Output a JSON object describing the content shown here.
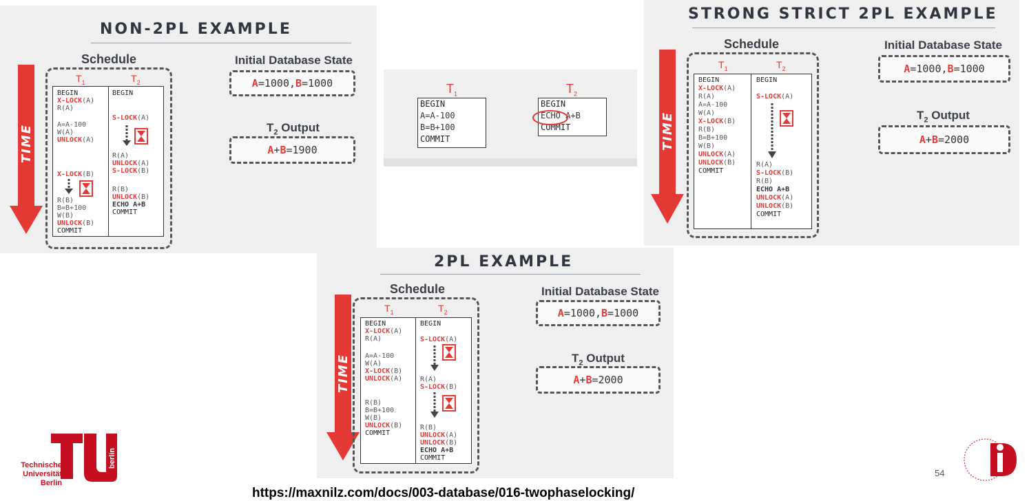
{
  "non2pl": {
    "title": "NON-2PL EXAMPLE",
    "schedule": "Schedule",
    "time": "TIME",
    "t1": "T1",
    "t2": "T2",
    "init_label": "Initial Database State",
    "output_label": "T2 Output",
    "init_a": "A",
    "init_a_val": "=1000, ",
    "init_b": "B",
    "init_b_val": "=1000",
    "out_a": "A",
    "out_plus": "+",
    "out_b": "B",
    "out_val": "=1900"
  },
  "echo_panel": {
    "t1": "T1",
    "t2": "T2",
    "t1_lines": [
      "BEGIN",
      "A=A-100",
      "B=B+100",
      "COMMIT"
    ],
    "t2_lines": [
      "BEGIN",
      "ECHO A+B",
      "COMMIT"
    ]
  },
  "strict": {
    "title": "STRONG STRICT 2PL EXAMPLE",
    "schedule": "Schedule",
    "time": "TIME",
    "t1": "T1",
    "t2": "T2",
    "init_label": "Initial Database State",
    "output_label": "T2 Output",
    "init_a": "A",
    "init_a_val": "=1000, ",
    "init_b": "B",
    "init_b_val": "=1000",
    "out_a": "A",
    "out_plus": "+",
    "out_b": "B",
    "out_val": "=2000"
  },
  "twopl": {
    "title": "2PL EXAMPLE",
    "schedule": "Schedule",
    "time": "TIME",
    "t1": "T1",
    "t2": "T2",
    "init_label": "Initial Database State",
    "output_label": "T2 Output",
    "init_a": "A",
    "init_a_val": "=1000, ",
    "init_b": "B",
    "init_b_val": "=1000",
    "out_a": "A",
    "out_plus": "+",
    "out_b": "B",
    "out_val": "=2000"
  },
  "ops": {
    "begin": "BEGIN",
    "xlock": "X-LOCK",
    "slock": "S-LOCK",
    "unlock": "UNLOCK",
    "a": "(A)",
    "b": "(B)",
    "ra": "R(A)",
    "rb": "R(B)",
    "wa": "W(A)",
    "wb": "W(B)",
    "amin": "A=A-100",
    "bplus": "B=B+100",
    "echo": "ECHO A+B",
    "commit": "COMMIT"
  },
  "footer": {
    "logo_tu": "Technische Universität Berlin",
    "logo_berlin": "berlin",
    "page": "54",
    "url": "https://maxnilz.com/docs/003-database/016-twophaselocking/"
  },
  "colors": {
    "accent": "#e53935",
    "panel": "#efefef"
  }
}
